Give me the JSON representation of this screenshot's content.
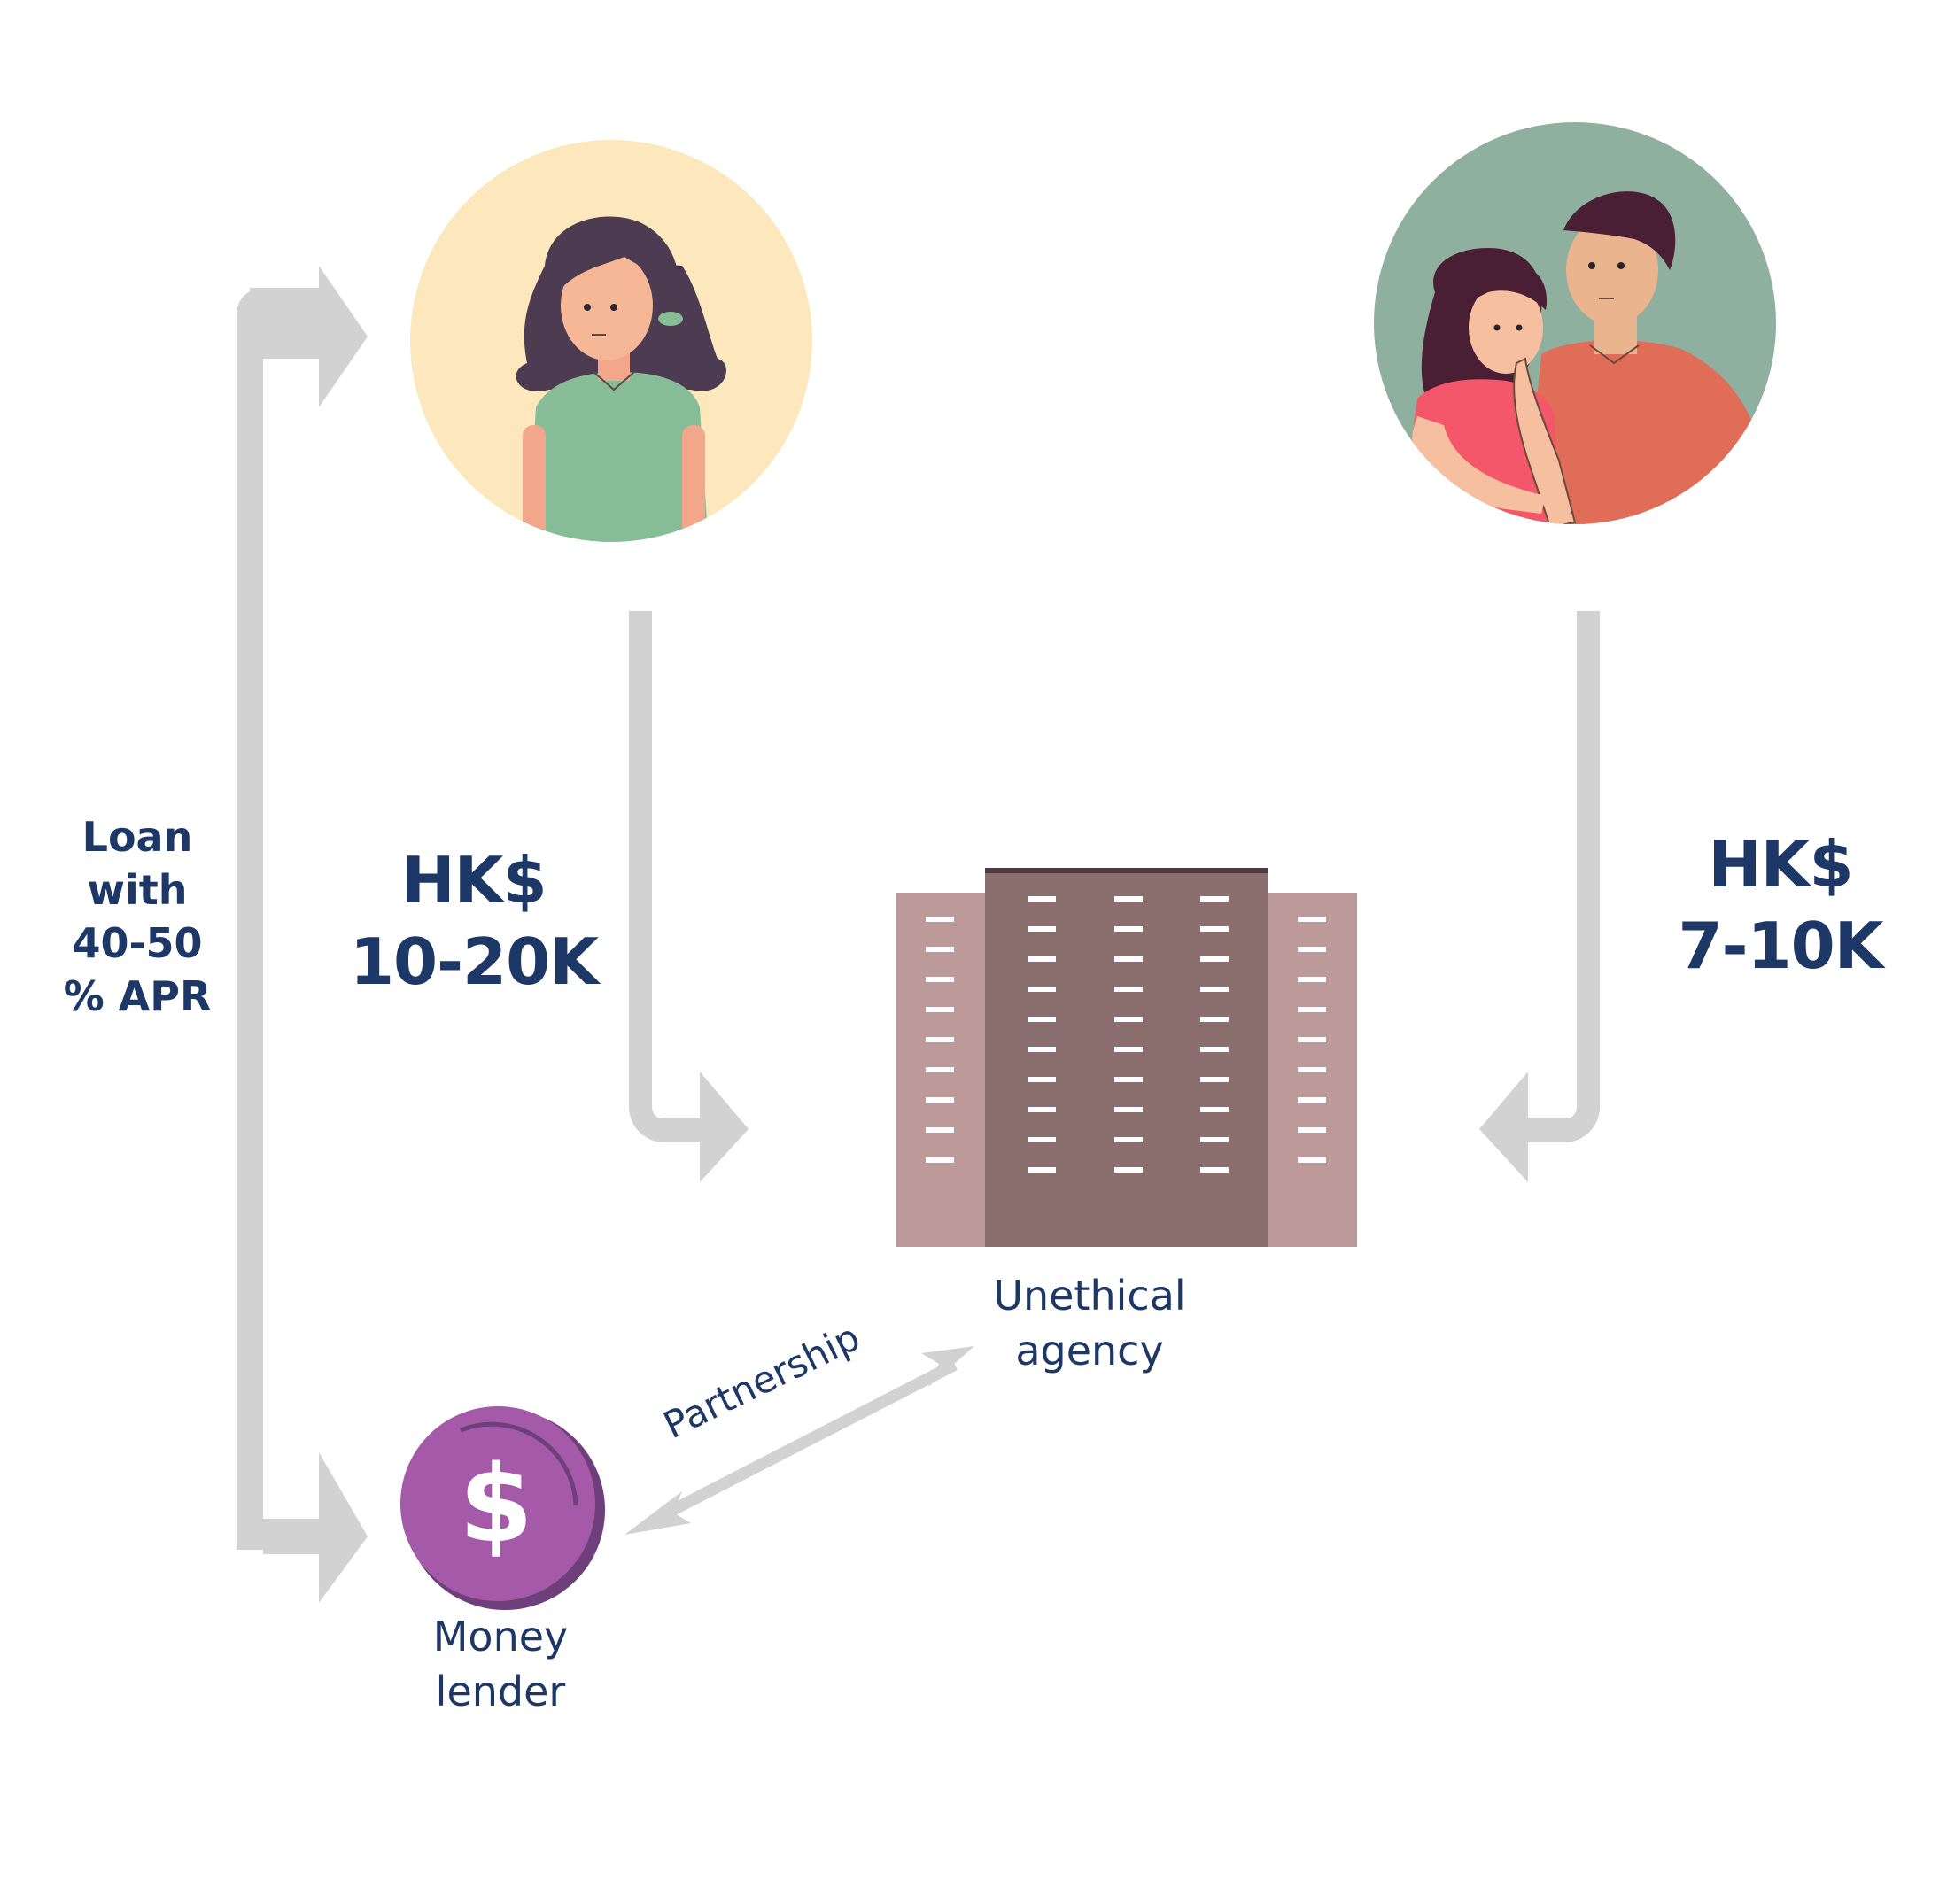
{
  "loan_label": {
    "line1": "Loan",
    "line2": "with",
    "line3": "40-50",
    "line4": "% APR"
  },
  "amount_left": {
    "currency": "HK$",
    "range": "10-20K"
  },
  "amount_right": {
    "currency": "HK$",
    "range": "7-10K"
  },
  "agency": {
    "line1": "Unethical",
    "line2": "agency"
  },
  "lender": {
    "line1": "Money",
    "line2": "lender",
    "coin_symbol": "$"
  },
  "partnership_label": "Partnership",
  "icons": [
    "woman-avatar-icon",
    "couple-avatar-icon",
    "building-icon",
    "dollar-coin-icon"
  ],
  "colors": {
    "text_navy": "#1d3866",
    "arrow_gray": "#d2d2d2",
    "woman_circle_bg": "#fde8bd",
    "couple_circle_bg": "#8fb09e",
    "building_center": "#8b6f6f",
    "building_wings": "#bd9a9a",
    "coin_purple": "#a45aa9",
    "coin_edge": "#6e3f7a"
  }
}
